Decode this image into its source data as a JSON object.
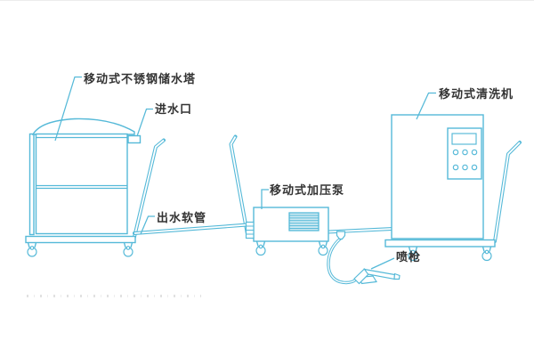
{
  "style": {
    "bg": "#ffffff",
    "line_color": "#55b9d8",
    "grille_fill": "#cde9f2",
    "text_color": "#333333"
  },
  "labels": {
    "tower": "移动式不锈钢储水塔",
    "inlet": "进水口",
    "outlet_hose": "出水软管",
    "pump": "移动式加压泵",
    "machine": "移动式清洗机",
    "gun": "喷枪"
  }
}
